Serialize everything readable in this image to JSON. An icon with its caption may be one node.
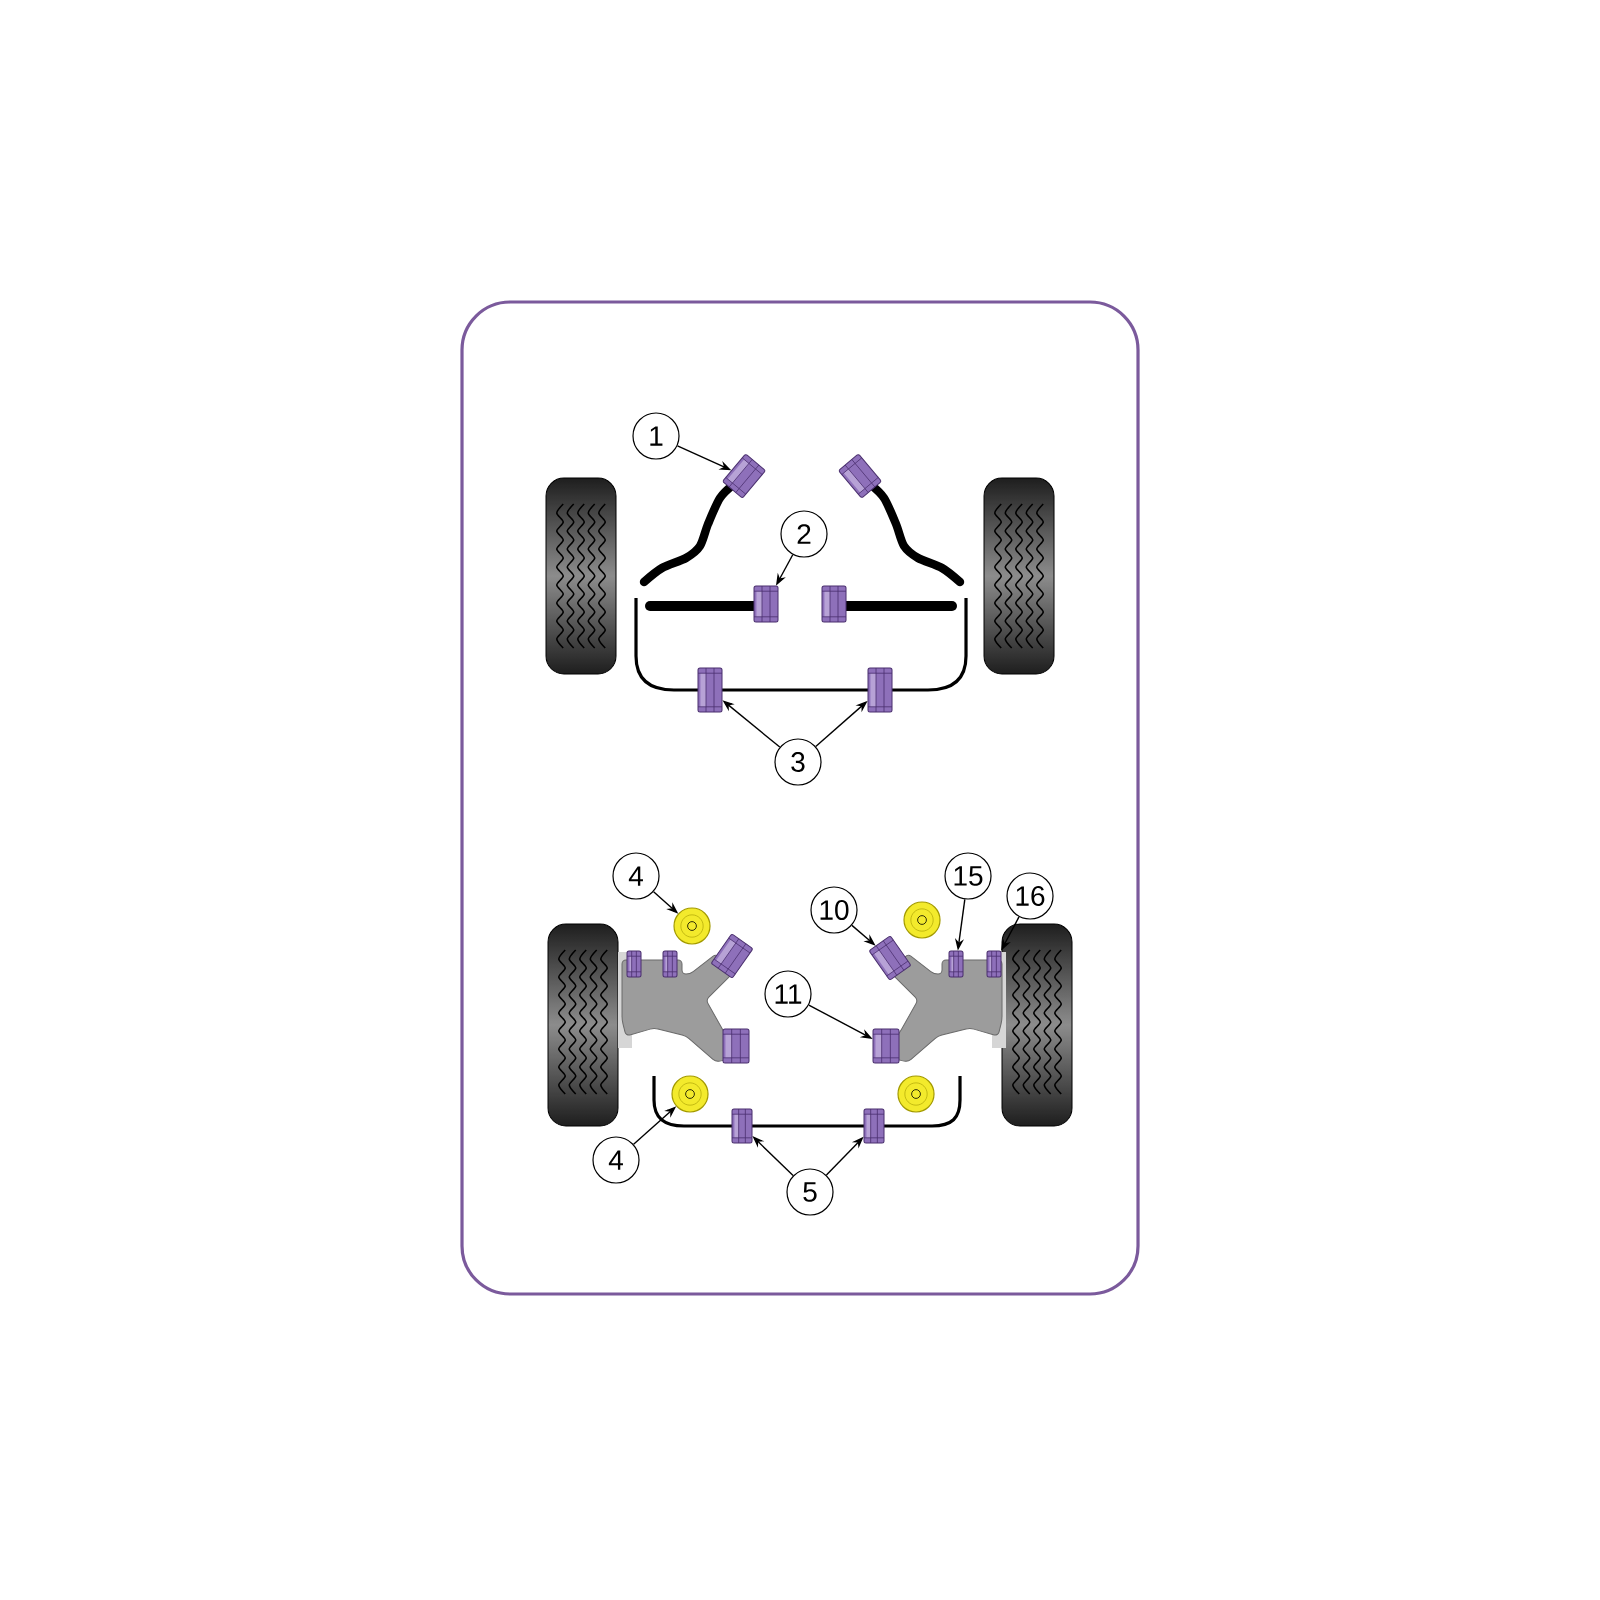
{
  "diagram": {
    "nodes": [
      {
        "text": [
          "1"
        ]
      },
      {
        "text": [],
        "shape": "picture"
      },
      {
        "text": [],
        "shape": "picture"
      },
      {
        "text": [
          "2"
        ]
      },
      {
        "text": [],
        "shape": "picture"
      },
      {
        "text": [],
        "shape": "picture"
      },
      {
        "text": [
          "3"
        ]
      },
      {
        "text": [],
        "shape": "picture"
      },
      {
        "text": [],
        "shape": "picture"
      },
      {
        "text": [
          "4"
        ]
      },
      {
        "text": [],
        "shape": "circle"
      },
      {
        "text": [
          "10"
        ]
      },
      {
        "text": [],
        "shape": "circle"
      },
      {
        "text": [
          "15"
        ]
      },
      {
        "text": [
          "16"
        ]
      },
      {
        "text": [],
        "shape": "picture"
      },
      {
        "text": [],
        "shape": "picture"
      },
      {
        "text": [],
        "shape": "picture"
      },
      {
        "text": [],
        "shape": "picture"
      },
      {
        "text": [],
        "shape": "picture"
      },
      {
        "text": [],
        "shape": "picture"
      },
      {
        "text": [
          "11"
        ]
      },
      {
        "text": [],
        "shape": "picture"
      },
      {
        "text": [],
        "shape": "picture"
      },
      {
        "text": [],
        "shape": "circle"
      },
      {
        "text": [],
        "shape": "circle"
      },
      {
        "text": [
          "4"
        ]
      },
      {
        "text": [],
        "shape": "picture"
      },
      {
        "text": [],
        "shape": "picture"
      },
      {
        "text": [
          "5"
        ]
      }
    ],
    "edges": [
      {
        "from": 0,
        "to": 1,
        "arrow": "to"
      },
      {
        "from": 3,
        "to": 4,
        "arrow": "to"
      },
      {
        "from": 6,
        "to": 7,
        "arrow": "to"
      },
      {
        "from": 6,
        "to": 8,
        "arrow": "to"
      },
      {
        "from": 9,
        "to": 10,
        "arrow": "to"
      },
      {
        "from": 11,
        "to": 18,
        "arrow": "to"
      },
      {
        "from": 13,
        "to": 19,
        "arrow": "to"
      },
      {
        "from": 14,
        "to": 20,
        "arrow": "to"
      },
      {
        "from": 21,
        "to": 23,
        "arrow": "to"
      },
      {
        "from": 26,
        "to": 24,
        "arrow": "to"
      },
      {
        "from": 29,
        "to": 27,
        "arrow": "to"
      },
      {
        "from": 29,
        "to": 28,
        "arrow": "to"
      }
    ]
  }
}
